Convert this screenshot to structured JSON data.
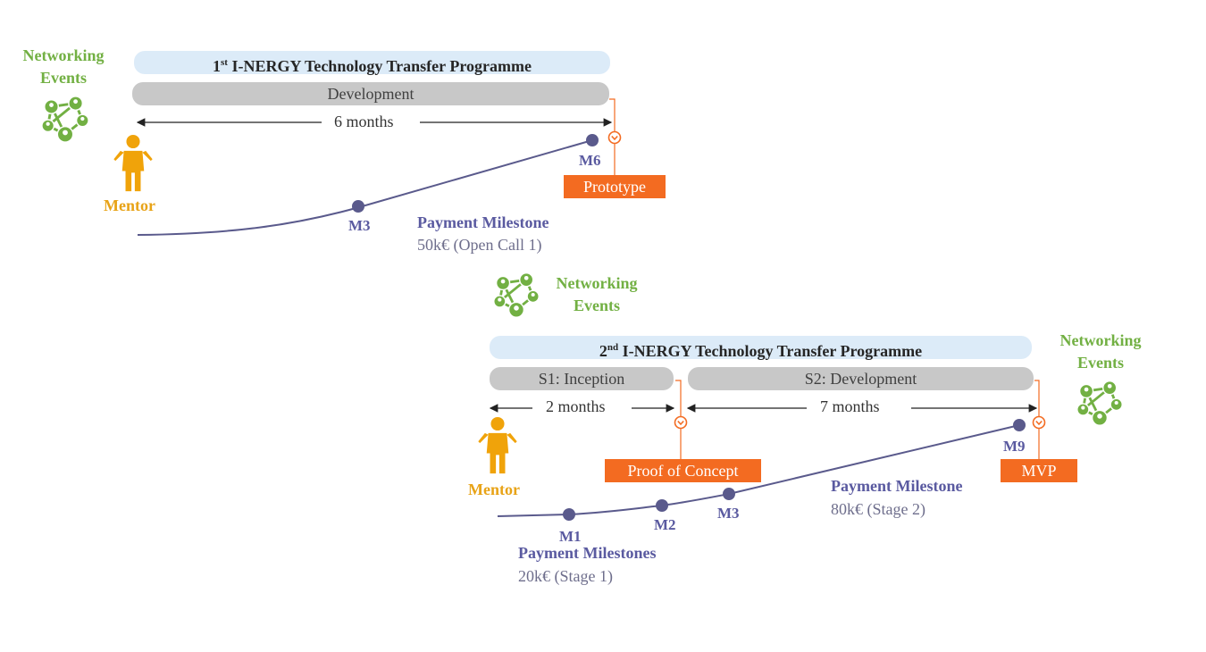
{
  "colors": {
    "title_bar": "#dcebf8",
    "phase_bar": "#c8c8c8",
    "orange": "#f36b21",
    "green": "#72b043",
    "mentor": "#e8a317",
    "purple": "#5a5aa0"
  },
  "programme1": {
    "title_ordinal": "1",
    "title_suffix": "st",
    "title_rest": " I-NERGY Technology Transfer Programme",
    "phase": "Development",
    "duration": "6 months",
    "deliverable": "Prototype",
    "milestones": [
      "M3",
      "M6"
    ],
    "payment_title": "Payment Milestone",
    "payment_amount": "50k€ (Open Call 1)",
    "networking": [
      "Networking",
      "Events"
    ],
    "mentor": "Mentor"
  },
  "programme2": {
    "title_ordinal": "2",
    "title_suffix": "nd",
    "title_rest": " I-NERGY Technology Transfer Programme",
    "stage1": "S1: Inception",
    "stage2": "S2: Development",
    "duration1": "2 months",
    "duration2": "7 months",
    "deliverable1": "Proof of Concept",
    "deliverable2": "MVP",
    "milestones": [
      "M1",
      "M2",
      "M3",
      "M9"
    ],
    "payment1_title": "Payment Milestones",
    "payment1_amount": "20k€ (Stage 1)",
    "payment2_title": "Payment Milestone",
    "payment2_amount": "80k€ (Stage 2)",
    "networking_mid": [
      "Networking",
      "Events"
    ],
    "networking_right": [
      "Networking",
      "Events"
    ],
    "mentor": "Mentor"
  }
}
